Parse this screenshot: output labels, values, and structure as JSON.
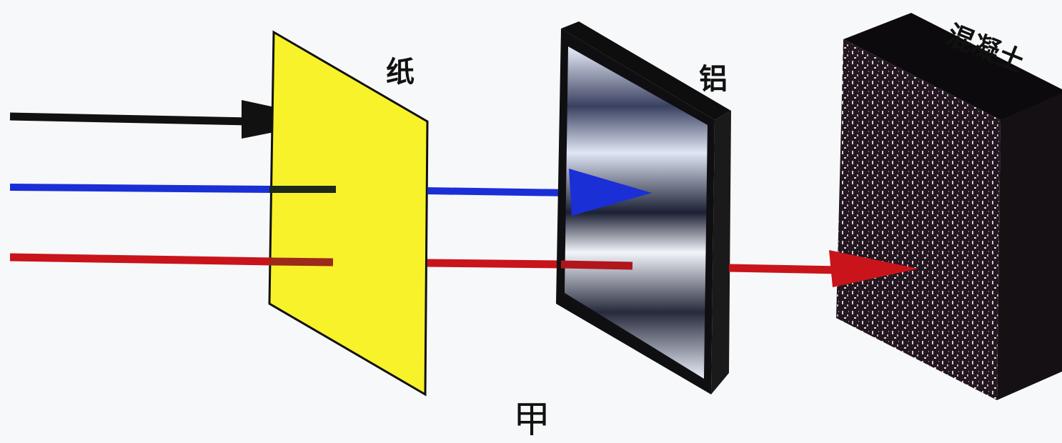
{
  "labels": {
    "paper": "纸",
    "aluminum": "铝",
    "concrete": "混凝土"
  },
  "caption": "甲",
  "colors": {
    "background": "#f7f8fa",
    "paper": "#f8f22a",
    "aluminum_frame": "#141414",
    "concrete": "#221820",
    "ray_alpha": "#111111",
    "ray_beta": "#1a2fd6",
    "ray_gamma": "#c8141a"
  }
}
